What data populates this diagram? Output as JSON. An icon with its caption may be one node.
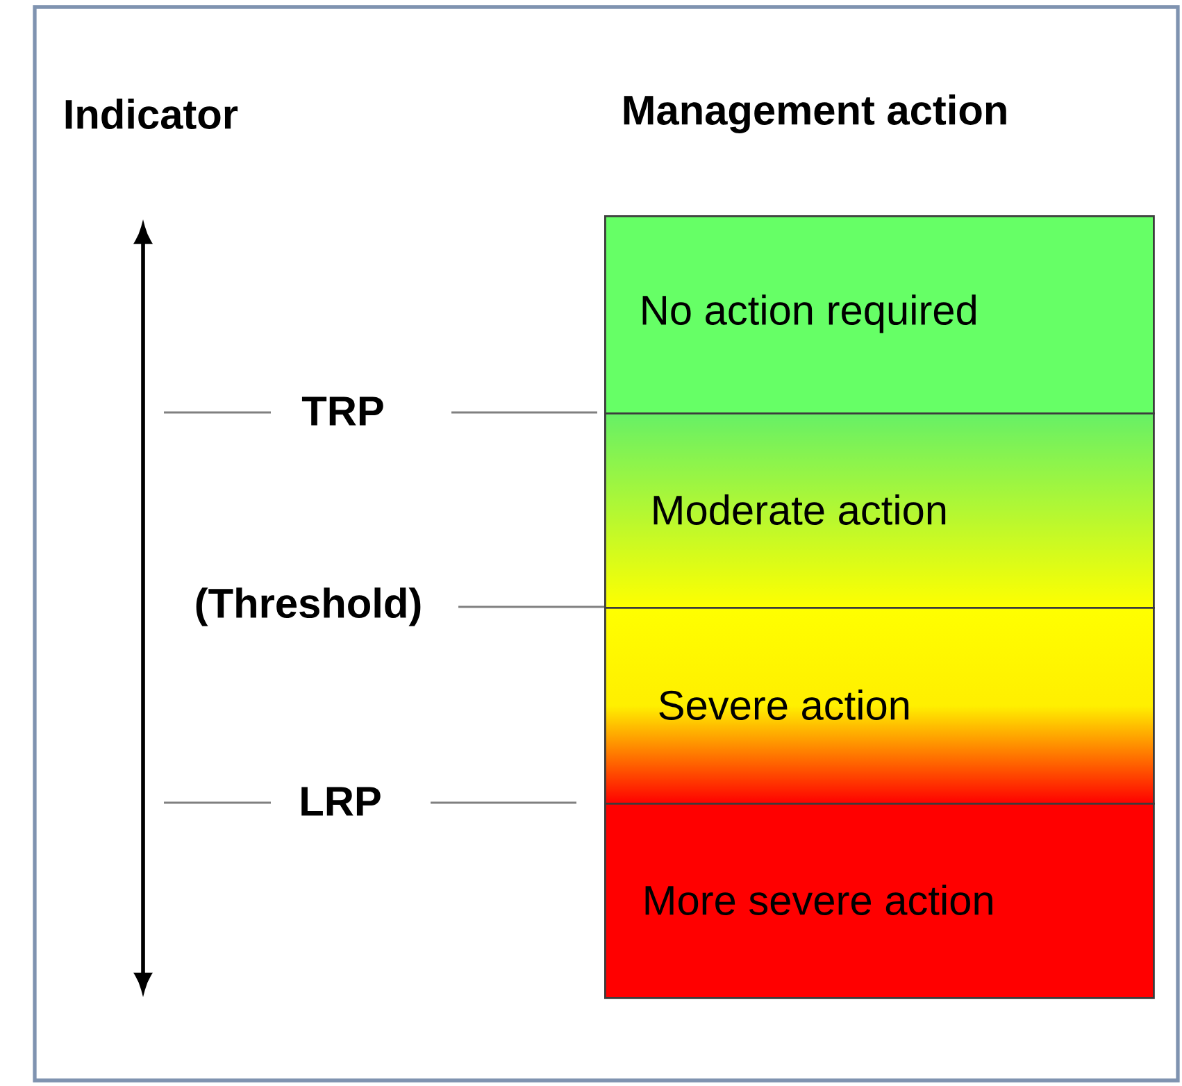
{
  "diagram": {
    "nodes": [
      {
        "text": [
          "No action required"
        ]
      },
      {
        "text": [
          "Moderate action"
        ]
      },
      {
        "text": [
          "Severe action"
        ]
      },
      {
        "text": [
          "More severe action"
        ]
      }
    ],
    "labels": [
      "Indicator",
      "Management action",
      "TRP",
      "(Threshold)",
      "LRP"
    ]
  }
}
